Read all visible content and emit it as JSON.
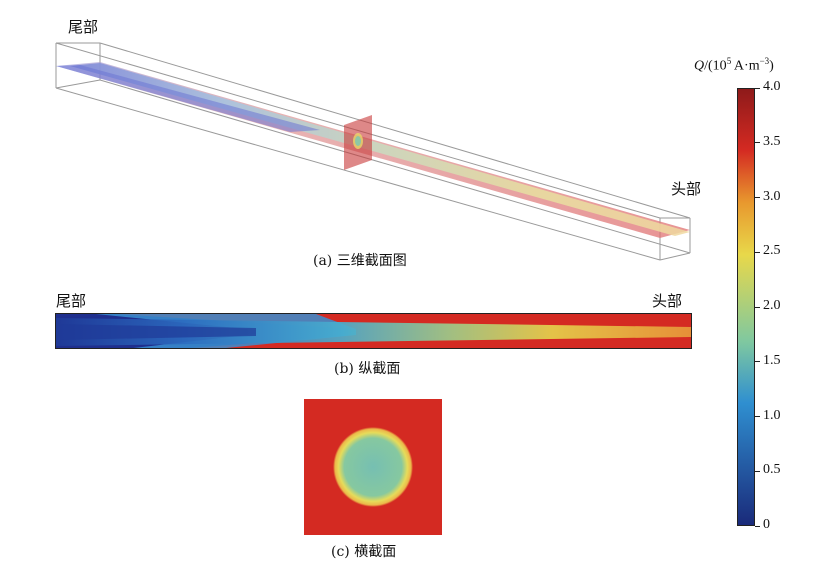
{
  "panel_a": {
    "tail_label": "尾部",
    "head_label": "头部",
    "caption": "(a) 三维截面图"
  },
  "panel_b": {
    "tail_label": "尾部",
    "head_label": "头部",
    "caption": "(b) 纵截面"
  },
  "panel_c": {
    "caption": "(c) 横截面"
  },
  "colorbar": {
    "title_symbol": "Q",
    "title_rest": "/(10",
    "title_exp": "5",
    "title_unit": " A·m",
    "title_unit_exp": "−3",
    "title_close": ")",
    "min": 0,
    "max": 4.0,
    "ticks": [
      "0",
      "0.5",
      "1.0",
      "1.5",
      "2.0",
      "2.5",
      "3.0",
      "3.5",
      "4.0"
    ],
    "colors": {
      "low": "#1a2a7a",
      "mid_low": "#2f8fd0",
      "mid": "#7fc8a0",
      "mid_high": "#e8d84a",
      "high": "#d42a22",
      "top": "#8e1a1a"
    }
  }
}
